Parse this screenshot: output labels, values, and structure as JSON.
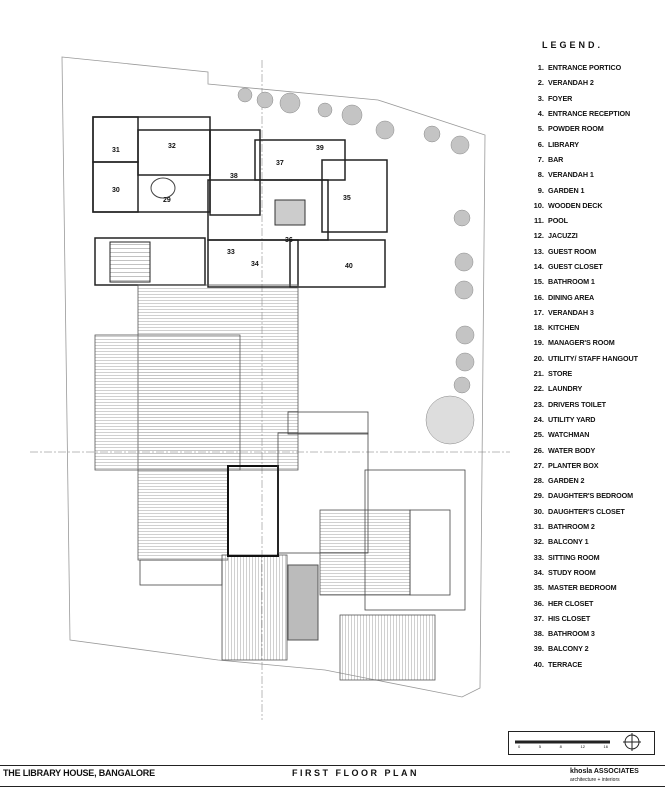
{
  "legend": {
    "title": "LEGEND.",
    "items": [
      {
        "num": "1.",
        "name": "ENTRANCE PORTICO"
      },
      {
        "num": "2.",
        "name": "VERANDAH 2"
      },
      {
        "num": "3.",
        "name": "FOYER"
      },
      {
        "num": "4.",
        "name": "ENTRANCE RECEPTION"
      },
      {
        "num": "5.",
        "name": "POWDER ROOM"
      },
      {
        "num": "6.",
        "name": "LIBRARY"
      },
      {
        "num": "7.",
        "name": "BAR"
      },
      {
        "num": "8.",
        "name": "VERANDAH 1"
      },
      {
        "num": "9.",
        "name": "GARDEN 1"
      },
      {
        "num": "10.",
        "name": "WOODEN DECK"
      },
      {
        "num": "11.",
        "name": "POOL"
      },
      {
        "num": "12.",
        "name": "JACUZZI"
      },
      {
        "num": "13.",
        "name": "GUEST ROOM"
      },
      {
        "num": "14.",
        "name": "GUEST CLOSET"
      },
      {
        "num": "15.",
        "name": "BATHROOM 1"
      },
      {
        "num": "16.",
        "name": "DINING AREA"
      },
      {
        "num": "17.",
        "name": "VERANDAH 3"
      },
      {
        "num": "18.",
        "name": "KITCHEN"
      },
      {
        "num": "19.",
        "name": "MANAGER'S ROOM"
      },
      {
        "num": "20.",
        "name": "UTILITY/ STAFF HANGOUT"
      },
      {
        "num": "21.",
        "name": "STORE"
      },
      {
        "num": "22.",
        "name": "LAUNDRY"
      },
      {
        "num": "23.",
        "name": "DRIVERS TOILET"
      },
      {
        "num": "24.",
        "name": "UTILITY YARD"
      },
      {
        "num": "25.",
        "name": "WATCHMAN"
      },
      {
        "num": "26.",
        "name": "WATER BODY"
      },
      {
        "num": "27.",
        "name": "PLANTER BOX"
      },
      {
        "num": "28.",
        "name": "GARDEN 2"
      },
      {
        "num": "29.",
        "name": "DAUGHTER'S BEDROOM"
      },
      {
        "num": "30.",
        "name": "DAUGHTER'S CLOSET"
      },
      {
        "num": "31.",
        "name": "BATHROOM 2"
      },
      {
        "num": "32.",
        "name": "BALCONY 1"
      },
      {
        "num": "33.",
        "name": "SITTING ROOM"
      },
      {
        "num": "34.",
        "name": "STUDY ROOM"
      },
      {
        "num": "35.",
        "name": "MASTER BEDROOM"
      },
      {
        "num": "36.",
        "name": "HER CLOSET"
      },
      {
        "num": "37.",
        "name": "HIS CLOSET"
      },
      {
        "num": "38.",
        "name": "BATHROOM 3"
      },
      {
        "num": "39.",
        "name": "BALCONY 2"
      },
      {
        "num": "40.",
        "name": "TERRACE"
      }
    ]
  },
  "plan_labels": {
    "r29": "29",
    "r30": "30",
    "r31": "31",
    "r32": "32",
    "r33": "33",
    "r34": "34",
    "r35": "35",
    "r36": "36",
    "r37": "37",
    "r38": "38",
    "r39": "39",
    "r40": "40"
  },
  "scale": {
    "ticks": [
      "0",
      "5",
      "8",
      "12",
      "16"
    ]
  },
  "footer": {
    "project": "THE LIBRARY HOUSE, BANGALORE",
    "sheet": "FIRST FLOOR PLAN",
    "firm": "khosla ASSOCIATES",
    "firm_sub": "architecture + interiors"
  },
  "colors": {
    "line": "#222222",
    "hatch": "#9a9a9a",
    "tree": "#bdbdbd"
  }
}
